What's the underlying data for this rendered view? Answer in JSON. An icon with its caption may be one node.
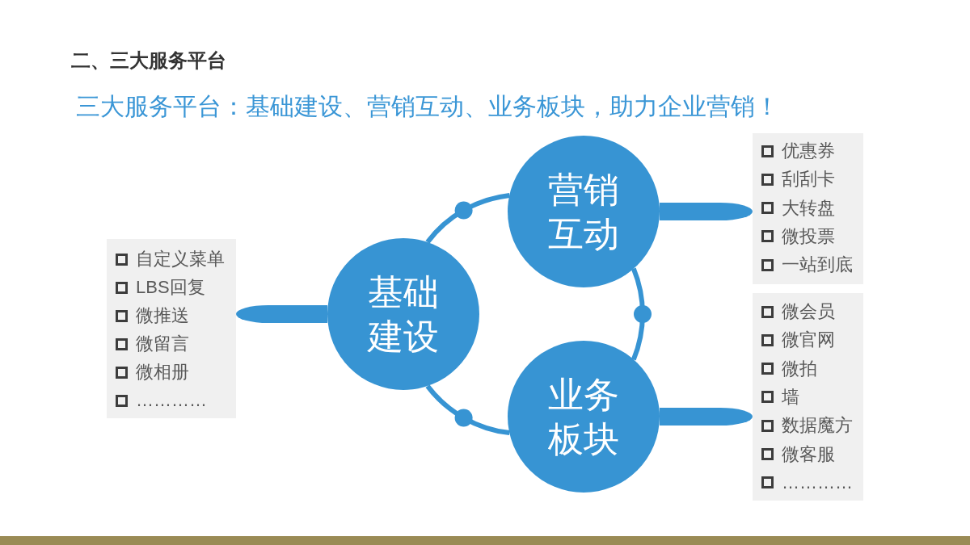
{
  "diagram": {
    "title": "二、三大服务平台",
    "nodes": [
      {
        "text": [
          "自定义菜单",
          "LBS回复",
          "微推送",
          "微留言",
          "微相册",
          "…………"
        ]
      },
      {
        "text": [
          "基础建设"
        ]
      },
      {
        "text": [
          "营销互动"
        ]
      },
      {
        "text": [
          "业务板块"
        ]
      },
      {
        "text": [
          "优惠券",
          "刮刮卡",
          "大转盘",
          "微投票",
          "一站到底"
        ]
      },
      {
        "text": [
          "微会员",
          "微官网",
          "微拍",
          "墙",
          "数据魔方",
          "微客服",
          "…………"
        ]
      }
    ],
    "edges": [
      {
        "from": 1,
        "to": 2,
        "arrow": "none"
      },
      {
        "from": 2,
        "to": 3,
        "arrow": "none"
      },
      {
        "from": 1,
        "to": 3,
        "arrow": "none"
      },
      {
        "from": 1,
        "to": 0,
        "arrow": "none",
        "style": "thick"
      },
      {
        "from": 2,
        "to": 4,
        "arrow": "none",
        "style": "thick"
      },
      {
        "from": 3,
        "to": 5,
        "arrow": "none",
        "style": "thick"
      }
    ],
    "labels": [
      "三大服务平台：基础建设、营销互动、业务板块，助力企业营销！"
    ]
  }
}
